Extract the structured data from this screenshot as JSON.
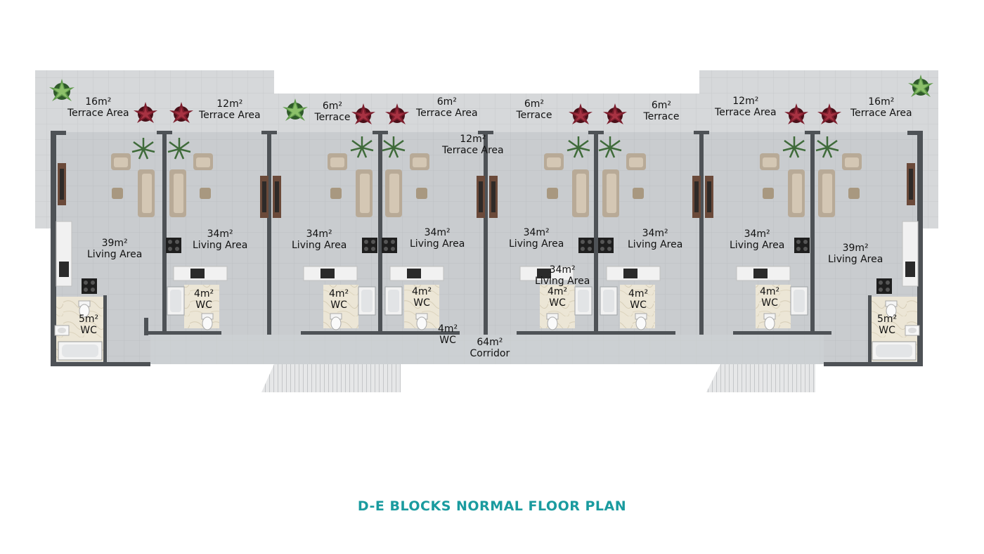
{
  "title": "D-E BLOCKS NORMAL FLOOR PLAN",
  "colors": {
    "title": "#1a9b9f",
    "floor": "#cdd0d3",
    "wall": "#4e5256",
    "terrace": "#d9dbdd"
  },
  "labels": [
    {
      "id": "terrace-1",
      "area": "16m²",
      "name": "Terrace Area"
    },
    {
      "id": "terrace-2",
      "area": "12m²",
      "name": "Terrace Area"
    },
    {
      "id": "terrace-3",
      "area": "6m²",
      "name": "Terrace"
    },
    {
      "id": "terrace-4",
      "area": "6m²",
      "name": "Terrace Area"
    },
    {
      "id": "terrace-5",
      "area": "12m²",
      "name": "Terrace Area"
    },
    {
      "id": "terrace-6",
      "area": "6m²",
      "name": "Terrace"
    },
    {
      "id": "terrace-7",
      "area": "6m²",
      "name": "Terrace"
    },
    {
      "id": "terrace-8",
      "area": "12m²",
      "name": "Terrace Area"
    },
    {
      "id": "terrace-9",
      "area": "16m²",
      "name": "Terrace Area"
    },
    {
      "id": "living-1",
      "area": "39m²",
      "name": "Living Area"
    },
    {
      "id": "living-2",
      "area": "34m²",
      "name": "Living Area"
    },
    {
      "id": "living-3",
      "area": "34m²",
      "name": "Living Area"
    },
    {
      "id": "living-4",
      "area": "34m²",
      "name": "Living Area"
    },
    {
      "id": "living-5",
      "area": "34m²",
      "name": "Living Area"
    },
    {
      "id": "living-6",
      "area": "34m²",
      "name": "Living Area"
    },
    {
      "id": "living-7",
      "area": "34m²",
      "name": "Living Area"
    },
    {
      "id": "living-8",
      "area": "34m²",
      "name": "Living Area"
    },
    {
      "id": "living-9",
      "area": "39m²",
      "name": "Living Area"
    },
    {
      "id": "wc-1",
      "area": "5m²",
      "name": "WC"
    },
    {
      "id": "wc-2",
      "area": "4m²",
      "name": "WC"
    },
    {
      "id": "wc-3",
      "area": "4m²",
      "name": "WC"
    },
    {
      "id": "wc-4",
      "area": "4m²",
      "name": "WC"
    },
    {
      "id": "wc-5",
      "area": "4m²",
      "name": "WC"
    },
    {
      "id": "wc-6",
      "area": "4m²",
      "name": "WC"
    },
    {
      "id": "wc-7",
      "area": "4m²",
      "name": "WC"
    },
    {
      "id": "wc-8",
      "area": "4m²",
      "name": "WC"
    },
    {
      "id": "wc-9",
      "area": "5m²",
      "name": "WC"
    },
    {
      "id": "corridor",
      "area": "64m²",
      "name": "Corridor"
    }
  ]
}
